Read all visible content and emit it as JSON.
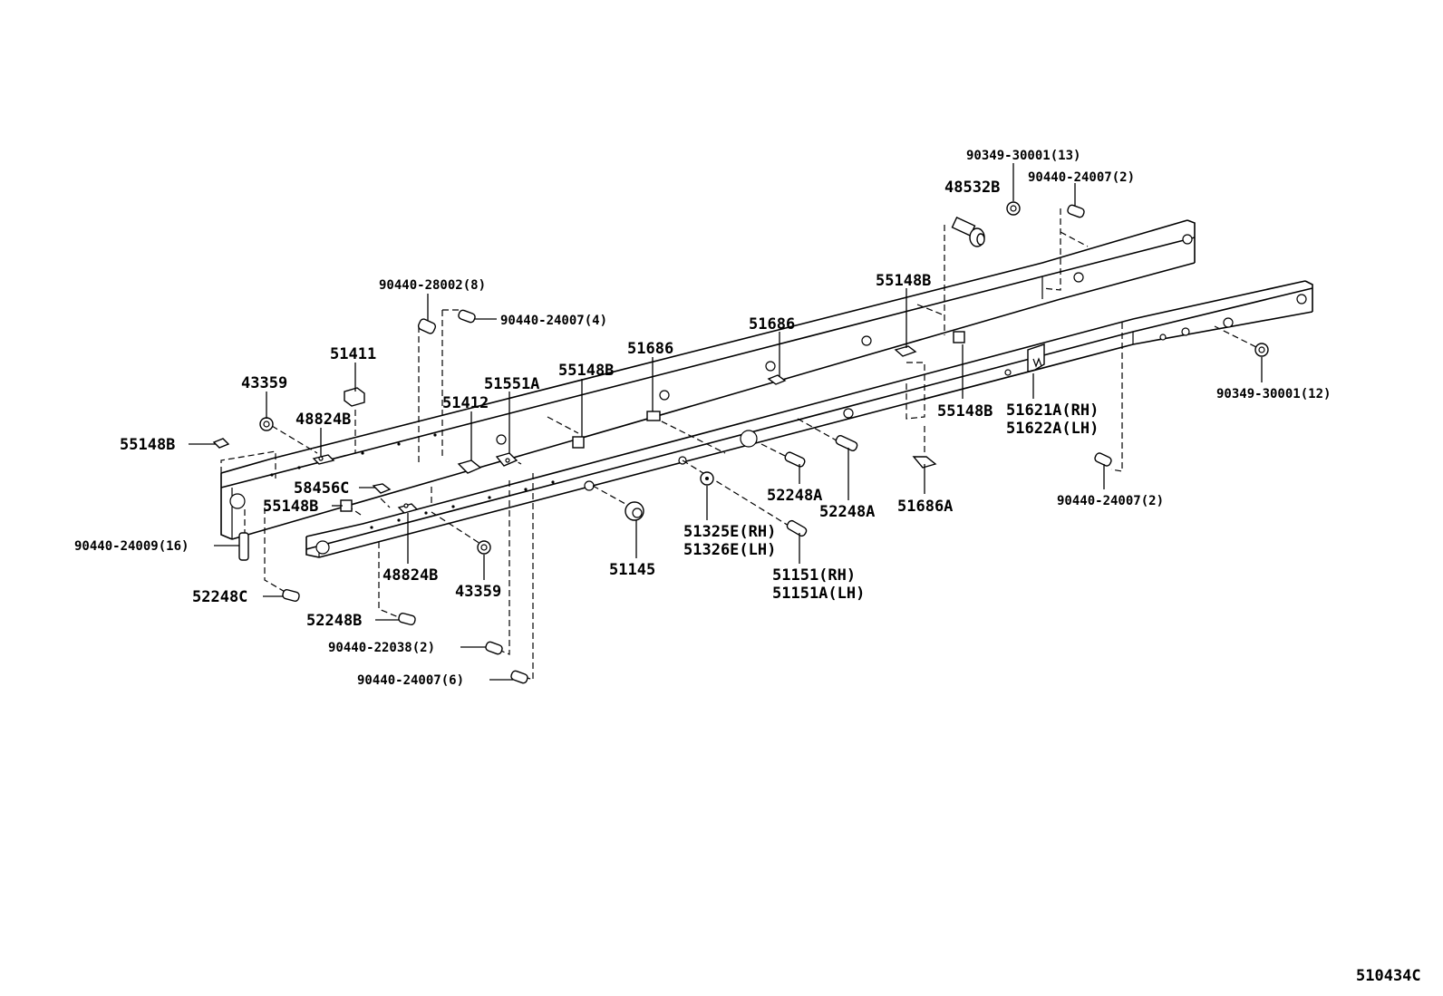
{
  "diagram_code": "510434C",
  "labels": {
    "p90349_30001_13": "90349-30001(13)",
    "p90440_24007_2_top": "90440-24007(2)",
    "p48532B": "48532B",
    "p55148B_top": "55148B",
    "p90440_28002_8": "90440-28002(8)",
    "p90440_24007_4": "90440-24007(4)",
    "p51686_a": "51686",
    "p51686_b": "51686",
    "p51411": "51411",
    "p43359_a": "43359",
    "p55148B_mid": "55148B",
    "p51551A": "51551A",
    "p51412": "51412",
    "p48824B_a": "48824B",
    "p55148B_left": "55148B",
    "p58456C": "58456C",
    "p55148B_low": "55148B",
    "p90440_24009_16": "90440-24009(16)",
    "p52248C": "52248C",
    "p48824B_b": "48824B",
    "p43359_b": "43359",
    "p52248B": "52248B",
    "p90440_22038_2": "90440-22038(2)",
    "p90440_24007_6": "90440-24007(6)",
    "p51145": "51145",
    "p51325E": "51325E(RH)",
    "p51326E": "51326E(LH)",
    "p52248A_a": "52248A",
    "p52248A_b": "52248A",
    "p51151": "51151(RH)",
    "p51151A": "51151A(LH)",
    "p51686A": "51686A",
    "p55148B_right": "55148B",
    "p51621A": "51621A(RH)",
    "p51622A": "51622A(LH)",
    "p90349_30001_12": "90349-30001(12)",
    "p90440_24007_2_bot": "90440-24007(2)"
  }
}
